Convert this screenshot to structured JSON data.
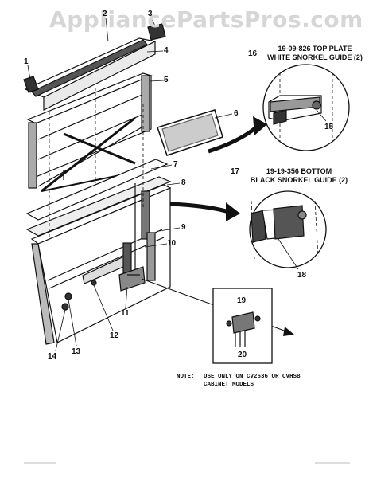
{
  "watermark": "AppliancePartsPros.com",
  "part_numbers": [
    "1",
    "2",
    "3",
    "4",
    "5",
    "6",
    "7",
    "8",
    "9",
    "10",
    "11",
    "12",
    "13",
    "14",
    "15",
    "16",
    "17",
    "18",
    "19",
    "20"
  ],
  "callouts": {
    "top_plate": "19-09-826 TOP PLATE\nWHITE SNORKEL GUIDE (2)",
    "bottom": "19-19-356 BOTTOM\nBLACK SNORKEL GUIDE (2)"
  },
  "note": {
    "label": "NOTE:",
    "text": "USE ONLY ON CV2536 OR CVHSB\nCABINET MODELS"
  }
}
